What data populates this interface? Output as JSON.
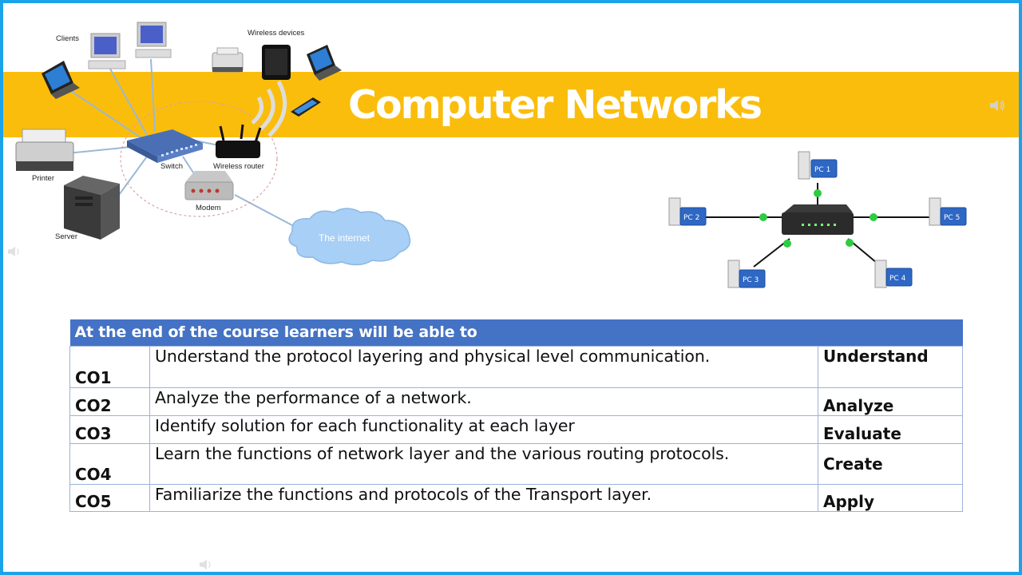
{
  "slide": {
    "title": "Computer Networks",
    "border_color": "#1aa3e8",
    "banner_color": "#fbbd0c",
    "header_color": "#4472c4"
  },
  "network_diagram": {
    "labels": {
      "clients": "Clients",
      "wireless_devices": "Wireless devices",
      "printer": "Printer",
      "server": "Server",
      "switch": "Switch",
      "wireless_router": "Wireless router",
      "modem": "Modem",
      "internet": "The internet"
    }
  },
  "star_topology": {
    "pcs": [
      "PC 1",
      "PC 2",
      "PC 3",
      "PC 4",
      "PC 5"
    ]
  },
  "outcomes": {
    "header": "At the end of the course learners will be able to",
    "rows": [
      {
        "code": "CO1",
        "description": "Understand the protocol layering and physical level communication.",
        "level": "Understand"
      },
      {
        "code": "CO2",
        "description": "Analyze the performance of a network.",
        "level": "Analyze"
      },
      {
        "code": "CO3",
        "description": "Identify solution for each functionality at each layer",
        "level": "Evaluate"
      },
      {
        "code": "CO4",
        "description": "Learn the functions of network layer and the various routing protocols.",
        "level": "Create"
      },
      {
        "code": "CO5",
        "description": "Familiarize the functions and protocols of the Transport layer.",
        "level": "Apply"
      }
    ]
  },
  "icons": [
    "speaker-icon"
  ]
}
